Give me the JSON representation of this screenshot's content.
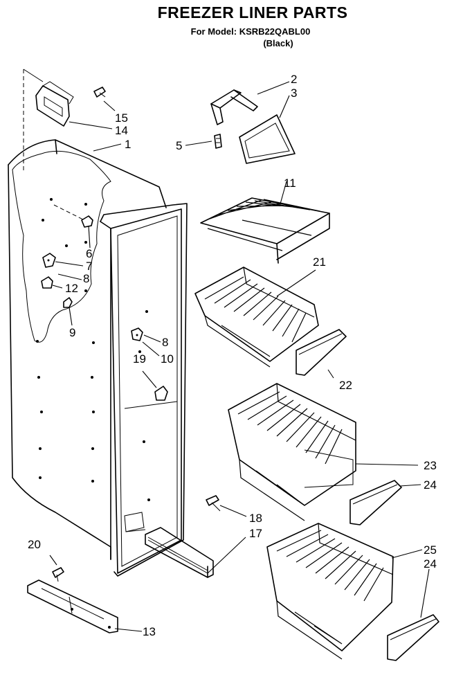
{
  "header": {
    "title": "FREEZER LINER PARTS",
    "model_line": "For Model: KSRB22QABL00",
    "color_line": "(Black)"
  },
  "callouts": {
    "c1": "1",
    "c2": "2",
    "c3": "3",
    "c5": "5",
    "c6": "6",
    "c7": "7",
    "c8a": "8",
    "c8b": "8",
    "c9": "9",
    "c10": "10",
    "c11": "11",
    "c12": "12",
    "c13": "13",
    "c14": "14",
    "c15": "15",
    "c17": "17",
    "c18": "18",
    "c19": "19",
    "c20": "20",
    "c21": "21",
    "c22": "22",
    "c23": "23",
    "c24a": "24",
    "c24b": "24",
    "c25": "25"
  }
}
